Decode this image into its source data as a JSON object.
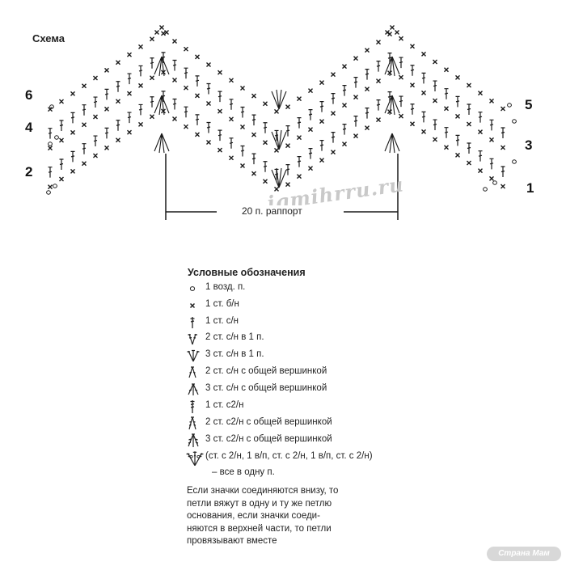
{
  "title": "Схема",
  "row_numbers": {
    "left": [
      "6",
      "4",
      "2"
    ],
    "right": [
      "5",
      "3",
      "1"
    ]
  },
  "repeat_label": "20 п. раппорт",
  "watermark": "igmihrru.ru",
  "legend": {
    "title": "Условные обозначения",
    "items": [
      {
        "icon": "chain-icon",
        "text": "1 возд. п."
      },
      {
        "icon": "single-crochet-icon",
        "text": "1 ст. б/н"
      },
      {
        "icon": "double-crochet-icon",
        "text": "1 ст. с/н"
      },
      {
        "icon": "two-dc-in-one-icon",
        "text": "2 ст. с/н в 1 п."
      },
      {
        "icon": "three-dc-in-one-icon",
        "text": "3 ст. с/н в 1 п."
      },
      {
        "icon": "two-dc-together-icon",
        "text": "2 ст. с/н с общей вершинкой"
      },
      {
        "icon": "three-dc-together-icon",
        "text": "3 ст. с/н с общей вершинкой"
      },
      {
        "icon": "treble-icon",
        "text": "1 ст. с2/н"
      },
      {
        "icon": "two-treble-together-icon",
        "text": "2 ст. с2/н с общей вершинкой"
      },
      {
        "icon": "three-treble-together-icon",
        "text": "3 ст. с2/н с общей вершинкой"
      },
      {
        "icon": "fan-icon",
        "text": "(ст. с 2/н, 1 в/п, ст. с 2/н, 1 в/п, ст. с 2/н)"
      },
      {
        "icon": "",
        "text": "– все в одну п."
      }
    ]
  },
  "note": [
    "Если значки соединяются  внизу, то",
    "петли вяжут в  одну и ту же петлю",
    "основания, если значки соеди-",
    "няются в верхней части, то петли",
    "провязывают  вместе"
  ],
  "logo": "Страна Мам"
}
